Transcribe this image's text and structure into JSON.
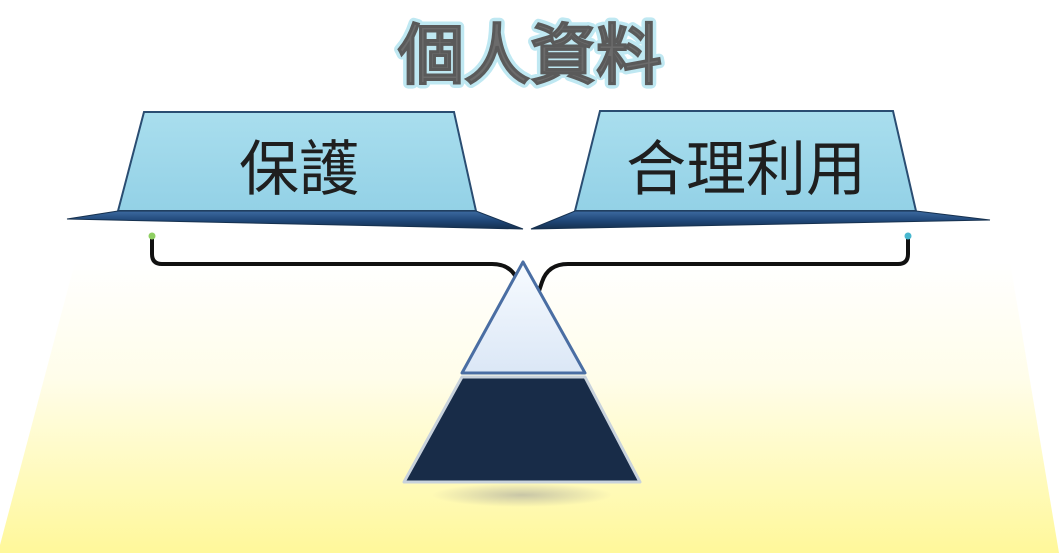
{
  "title": "個人資料",
  "left_pan": {
    "label": "保護"
  },
  "right_pan": {
    "label": "合理利用"
  },
  "colors": {
    "title_fill": "#6b6b6b",
    "title_glow": "#bfe8f2",
    "pan_fill": "#9fd9ea",
    "pan_stroke": "#2a4d72",
    "tray_dark": "#17345a",
    "tray_mid": "#244d7d",
    "fulcrum_top": "#e8f0fb",
    "fulcrum_base": "#182c48",
    "floor_light": "#ffffff",
    "floor_yellow": "#fff89a"
  }
}
